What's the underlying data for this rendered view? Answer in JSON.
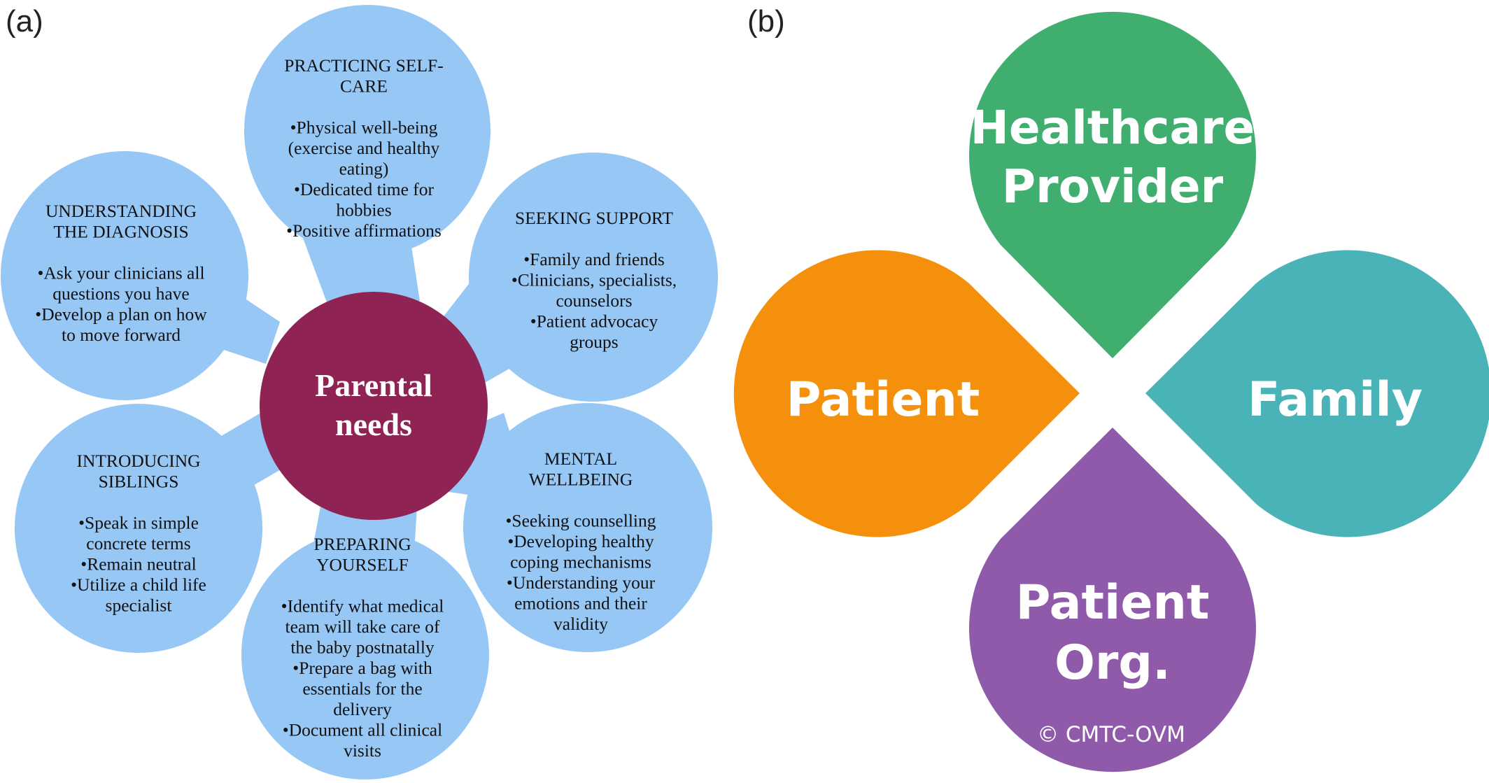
{
  "panel_a": {
    "label": "(a)",
    "center": {
      "lines": [
        "Parental",
        "needs"
      ],
      "color": "#8e2354"
    },
    "petal_color": "#96c7f5",
    "petals": [
      {
        "id": "self-care",
        "lines": [
          "PRACTICING SELF-",
          "CARE",
          "",
          "•Physical well-being",
          "(exercise and  healthy",
          "eating)",
          "•Dedicated time for",
          "hobbies",
          "•Positive affirmations"
        ]
      },
      {
        "id": "support",
        "lines": [
          "SEEKING SUPPORT",
          "",
          "•Family and friends",
          "•Clinicians, specialists,",
          "counselors",
          "•Patient advocacy",
          "groups"
        ]
      },
      {
        "id": "mental",
        "lines": [
          "MENTAL",
          "WELLBEING",
          "",
          "•Seeking counselling",
          "•Developing healthy",
          "coping mechanisms",
          "•Understanding your",
          "emotions and their",
          "validity"
        ]
      },
      {
        "id": "preparing",
        "lines": [
          "PREPARING",
          "YOURSELF",
          "",
          "•Identify what medical",
          "team will take care of",
          "the baby postnatally",
          "•Prepare a bag with",
          "essentials for the",
          "delivery",
          "•Document all clinical",
          "visits"
        ]
      },
      {
        "id": "siblings",
        "lines": [
          "INTRODUCING",
          "SIBLINGS",
          "",
          "•Speak in simple",
          "concrete terms",
          "•Remain neutral",
          "•Utilize a child life",
          "specialist"
        ]
      },
      {
        "id": "diagnosis",
        "lines": [
          "UNDERSTANDING",
          "THE DIAGNOSIS",
          "",
          "•Ask your clinicians all",
          "questions you have",
          "•Develop a plan on how",
          "to move forward"
        ]
      }
    ]
  },
  "panel_b": {
    "label": "(b)",
    "leaves": [
      {
        "id": "healthcare-provider",
        "lines": [
          "Healthcare",
          "Provider"
        ],
        "color": "#40ae6e"
      },
      {
        "id": "family",
        "lines": [
          "Family"
        ],
        "color": "#4ab3b8"
      },
      {
        "id": "patient-org",
        "lines": [
          "Patient",
          "Org."
        ],
        "color": "#8f5aa9"
      },
      {
        "id": "patient",
        "lines": [
          "Patient"
        ],
        "color": "#f5900c"
      }
    ],
    "copyright": "© CMTC-OVM"
  }
}
